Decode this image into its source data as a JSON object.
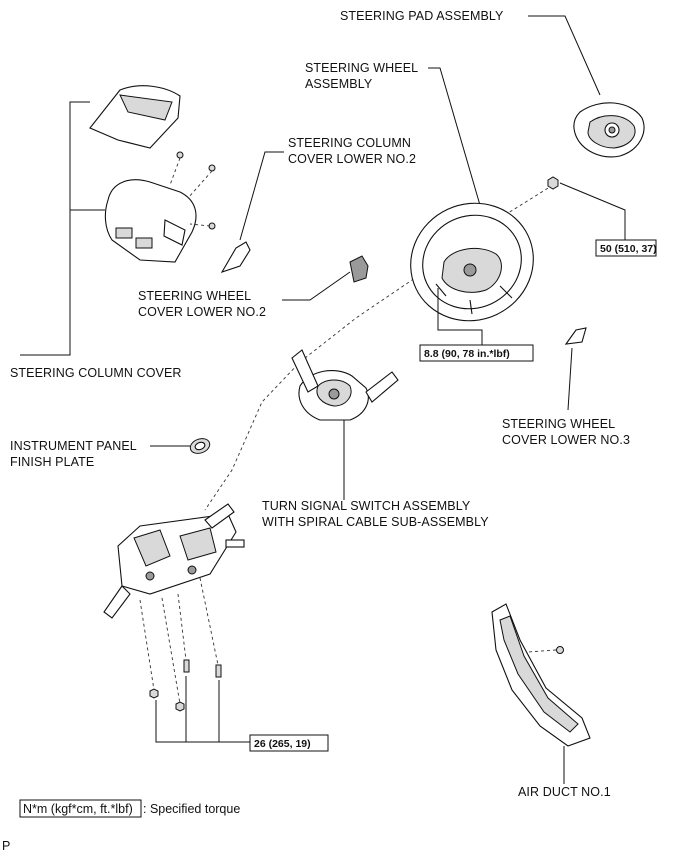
{
  "labels": {
    "steering_pad_assembly": "STEERING PAD ASSEMBLY",
    "steering_wheel_assembly_1": "STEERING WHEEL",
    "steering_wheel_assembly_2": "ASSEMBLY",
    "steering_column_cover_lower_no2_1": "STEERING COLUMN",
    "steering_column_cover_lower_no2_2": "COVER LOWER NO.2",
    "steering_wheel_cover_lower_no2_1": "STEERING WHEEL",
    "steering_wheel_cover_lower_no2_2": "COVER LOWER NO.2",
    "steering_column_cover": "STEERING COLUMN COVER",
    "instrument_panel_finish_plate_1": "INSTRUMENT PANEL",
    "instrument_panel_finish_plate_2": "FINISH PLATE",
    "steering_wheel_cover_lower_no3_1": "STEERING WHEEL",
    "steering_wheel_cover_lower_no3_2": "COVER LOWER NO.3",
    "turn_signal_switch_1": "TURN SIGNAL SWITCH ASSEMBLY",
    "turn_signal_switch_2": "WITH SPIRAL CABLE SUB-ASSEMBLY",
    "air_duct_no1": "AIR DUCT NO.1"
  },
  "torques": {
    "nut_50": "50 (510, 37)",
    "bolt_8_8": "8.8 (90, 78 in.*lbf)",
    "bolt_26": "26 (265, 19)"
  },
  "legend": {
    "box_text": "N*m (kgf*cm, ft.*lbf)",
    "description": ": Specified torque"
  },
  "footer_code": "P"
}
